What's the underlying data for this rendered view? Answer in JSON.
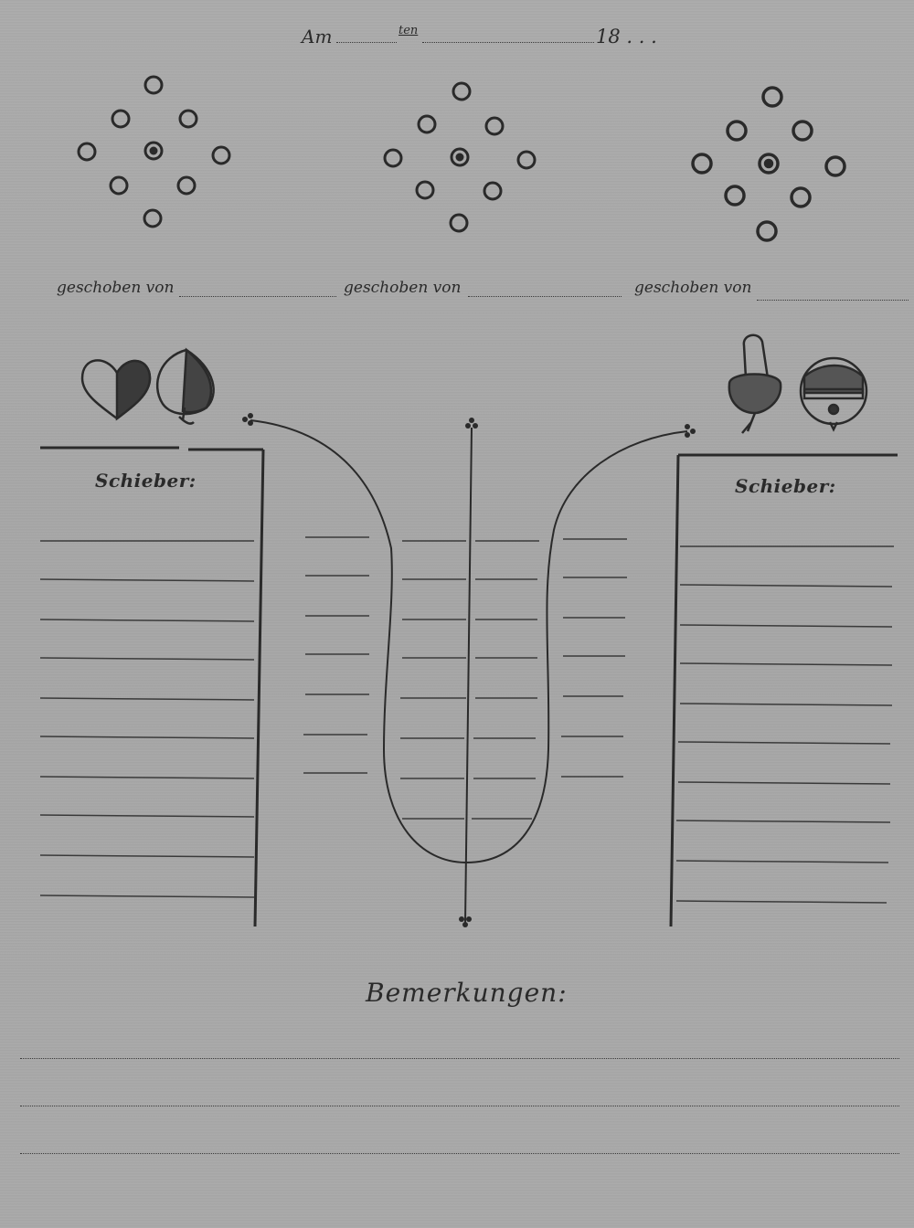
{
  "header": {
    "am_label": "Am",
    "ten_label": "ten",
    "year_label": "18 . . ."
  },
  "pushed_by": [
    {
      "label": "geschoben von"
    },
    {
      "label": "geschoben von"
    },
    {
      "label": "geschoben von"
    }
  ],
  "suit_icons": {
    "left": [
      "heart-icon",
      "leaf-icon"
    ],
    "right": [
      "acorn-icon",
      "bell-icon"
    ]
  },
  "score_sections": {
    "left_title": "Schieber:",
    "right_title": "Schieber:"
  },
  "remarks": {
    "title": "Bemerkungen:"
  },
  "colors": {
    "paper": "#a8a8a8",
    "ink": "#2a2a2a"
  }
}
